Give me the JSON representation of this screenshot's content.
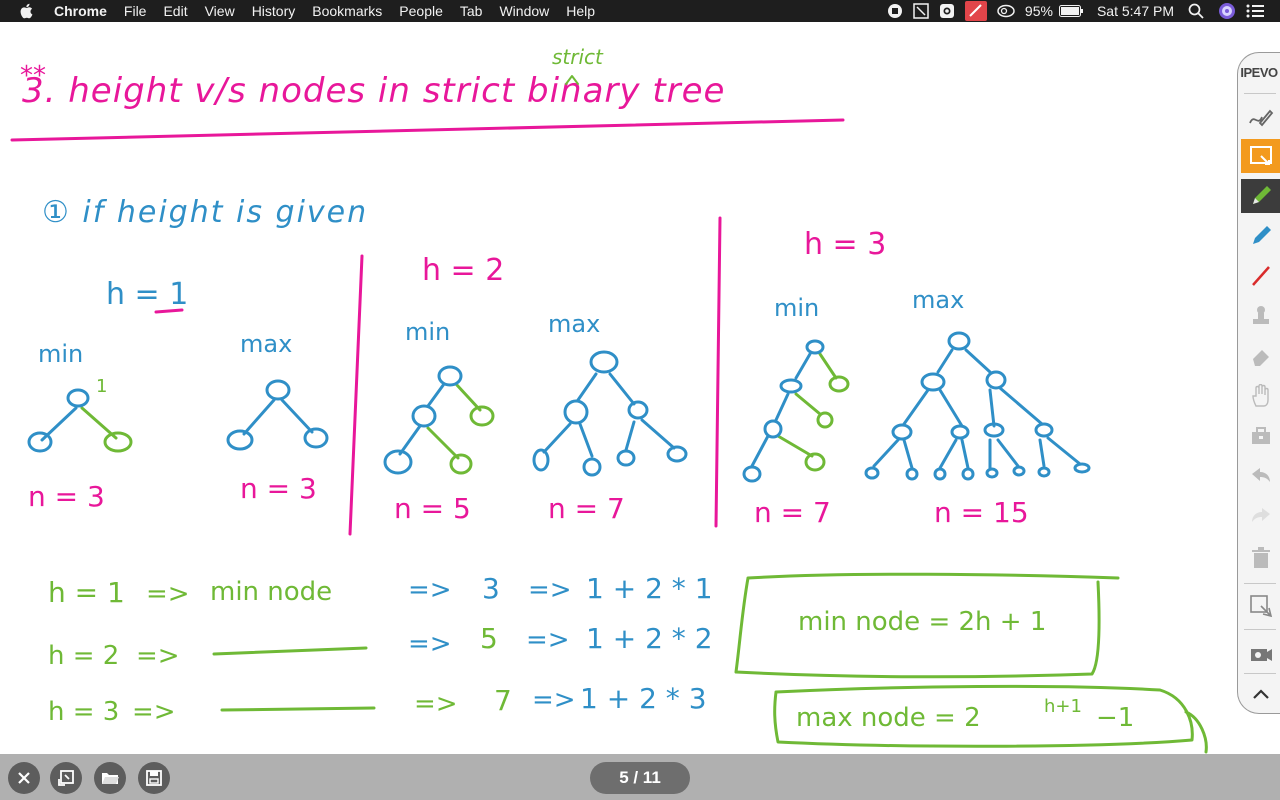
{
  "menubar": {
    "app": "Chrome",
    "menus": [
      "File",
      "Edit",
      "View",
      "History",
      "Bookmarks",
      "People",
      "Tab",
      "Window",
      "Help"
    ],
    "battery": "95%",
    "clock": "Sat 5:47 PM",
    "icons": [
      "stop-record-icon",
      "screen-capture-icon",
      "camera-app-icon",
      "annotate-app-icon",
      "creative-cloud-icon",
      "battery-icon",
      "search-icon",
      "siri-icon",
      "menu-list-icon"
    ]
  },
  "toolbar": {
    "brand": "IPEVO",
    "tools": [
      "handwriting-icon",
      "select-area-icon",
      "green-pen-icon",
      "blue-pen-icon",
      "red-pen-icon",
      "stamp-icon",
      "eraser-icon",
      "hand-icon",
      "toolbox-icon",
      "undo-icon",
      "redo-icon",
      "trash-icon",
      "selection-icon",
      "camera-icon",
      "collapse-icon"
    ]
  },
  "bottombar": {
    "page_indicator": "5 / 11",
    "buttons": [
      "close-icon",
      "new-page-icon",
      "open-folder-icon",
      "save-icon"
    ]
  },
  "whiteboard": {
    "colors": {
      "pink": "#e8179a",
      "blue": "#2f8fc7",
      "green": "#6fb936"
    },
    "title": "3. height v/s nodes in strict binary tree",
    "title_prefix": "**",
    "title_insert": "strict",
    "section": "① if height is given",
    "cases": [
      {
        "height": "h = 1",
        "min_label": "min",
        "max_label": "max",
        "min_nodes": "n = 3",
        "max_nodes": "n = 3"
      },
      {
        "height": "h = 2",
        "min_label": "min",
        "max_label": "max",
        "min_nodes": "n = 5",
        "max_nodes": "n = 7"
      },
      {
        "height": "h = 3",
        "min_label": "min",
        "max_label": "max",
        "min_nodes": "n = 7",
        "max_nodes": "n = 15"
      }
    ],
    "rows": [
      {
        "h": "h = 1",
        "arrow": "=>",
        "mid": "min node",
        "arrow2": "=>",
        "n": "3",
        "arrow3": "=>",
        "expr": "1 + 2 * 1"
      },
      {
        "h": "h = 2",
        "arrow": "=>",
        "mid": "————",
        "arrow2": "=>",
        "n": "5",
        "arrow3": "=>",
        "expr": "1 + 2 * 2"
      },
      {
        "h": "h = 3",
        "arrow": "=>",
        "mid": "————",
        "arrow2": "=>",
        "n": "7",
        "arrow3": "=>",
        "expr": "1 + 2 * 3"
      }
    ],
    "formula_min": "min node = 2h + 1",
    "formula_max": "max node = 2",
    "formula_max_exp": "h+1",
    "formula_max_tail": "−1"
  }
}
